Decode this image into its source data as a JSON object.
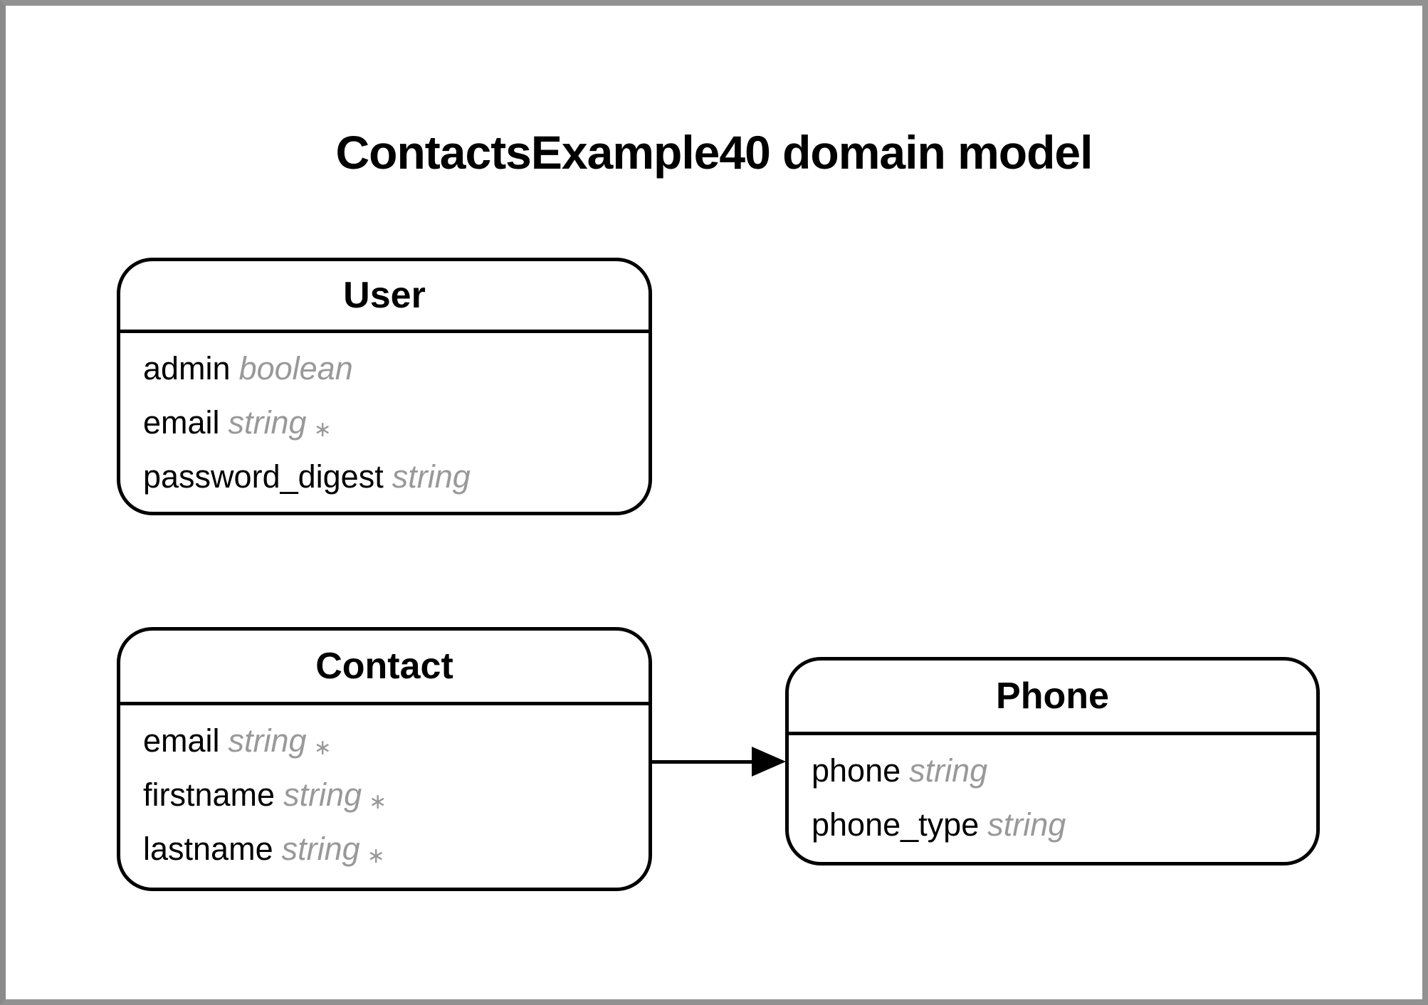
{
  "page": {
    "background_color": "#ffffff",
    "frame_color": "#919191"
  },
  "diagram": {
    "title": "ContactsExample40 domain model",
    "colors": {
      "text": "#000000",
      "type_text": "#999999",
      "box_border": "#000000",
      "arrow": "#000000"
    },
    "entities": [
      {
        "name": "User",
        "attributes": [
          {
            "name": "admin",
            "type": "boolean",
            "marker": ""
          },
          {
            "name": "email",
            "type": "string",
            "marker": "∗"
          },
          {
            "name": "password_digest",
            "type": "string",
            "marker": ""
          }
        ]
      },
      {
        "name": "Contact",
        "attributes": [
          {
            "name": "email",
            "type": "string",
            "marker": "∗"
          },
          {
            "name": "firstname",
            "type": "string",
            "marker": "∗"
          },
          {
            "name": "lastname",
            "type": "string",
            "marker": "∗"
          }
        ]
      },
      {
        "name": "Phone",
        "attributes": [
          {
            "name": "phone",
            "type": "string",
            "marker": ""
          },
          {
            "name": "phone_type",
            "type": "string",
            "marker": ""
          }
        ]
      }
    ],
    "relationships": [
      {
        "from": "Contact",
        "to": "Phone"
      }
    ]
  }
}
